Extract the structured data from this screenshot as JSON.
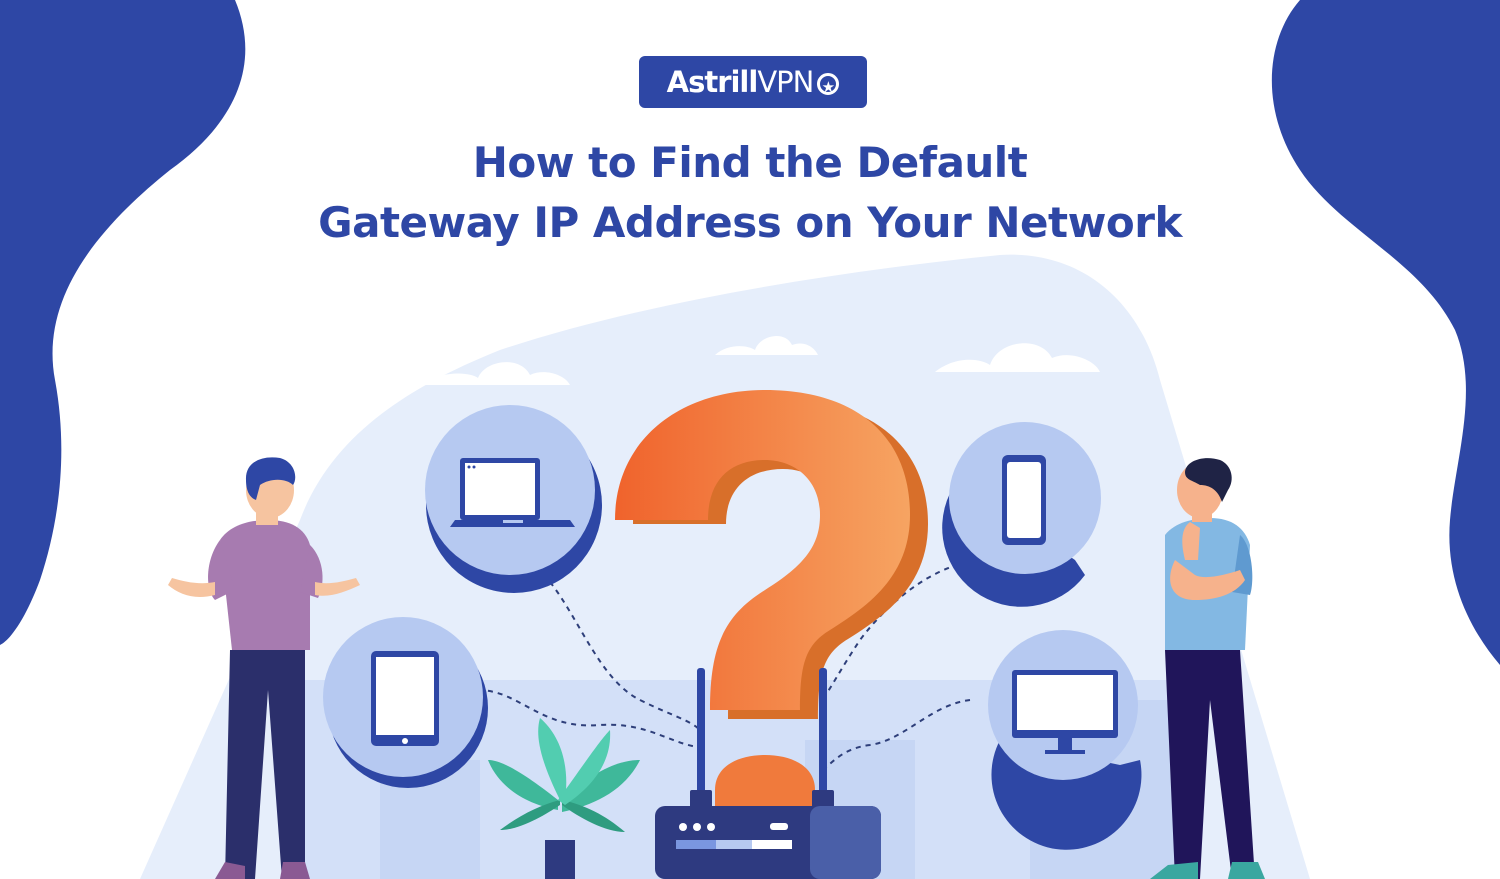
{
  "brand": {
    "name_bold": "Astrill",
    "name_light": "VPN",
    "icon": "star-circle-icon",
    "color": "#2e47a5"
  },
  "headline": {
    "line1": "How to Find the Default",
    "line2": "Gateway IP Address on Your Network"
  },
  "illustration": {
    "devices": [
      "laptop-icon",
      "smartphone-icon",
      "tablet-icon",
      "desktop-monitor-icon"
    ],
    "central_symbol": "question-mark",
    "hub": "router-icon",
    "colors": {
      "accent_blue": "#2e47a5",
      "orange": "#f07a3c",
      "bubble": "#b6c9f1",
      "bg_shape": "#e6eefb"
    }
  }
}
